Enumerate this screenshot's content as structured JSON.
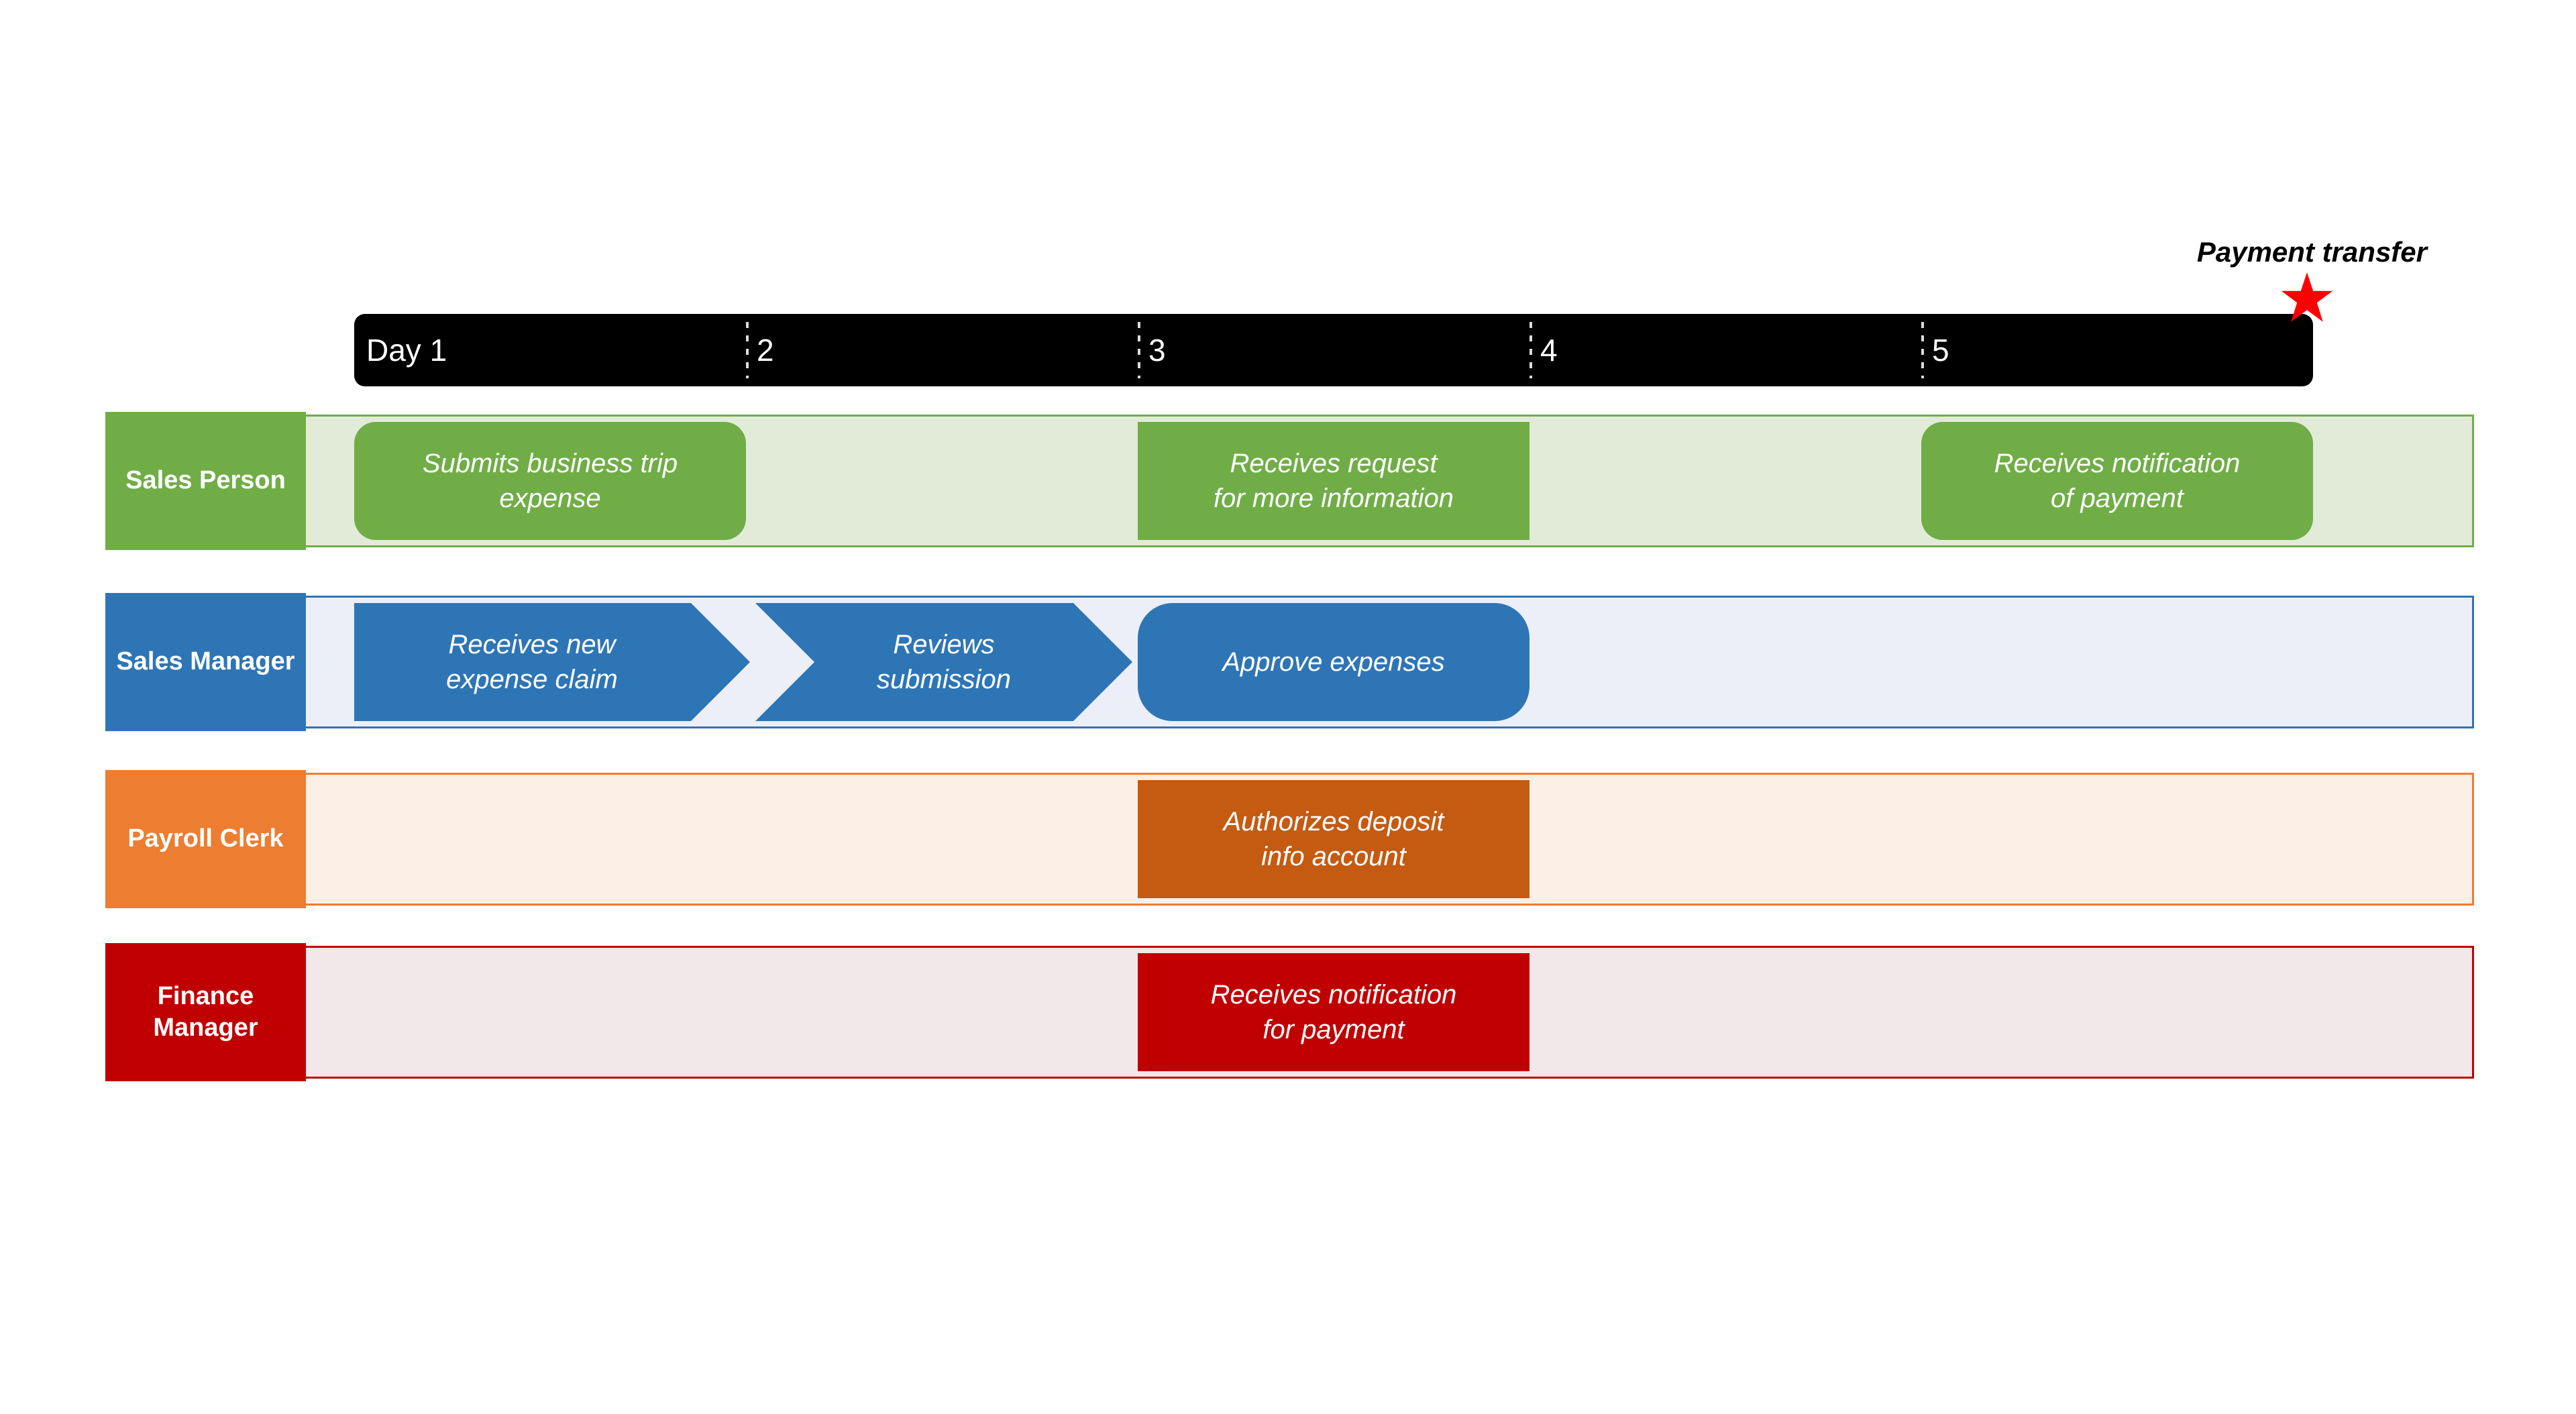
{
  "diagram": {
    "annotation": {
      "payment_transfer_label": "Payment transfer",
      "star_color": "#FF0000"
    },
    "timeline": {
      "bar_color": "#000000",
      "text_color": "#FFFFFF",
      "ticks": [
        "Day 1",
        "2",
        "3",
        "4",
        "5"
      ]
    },
    "lanes": [
      {
        "label": "Sales Person",
        "accent_color": "#70AD47",
        "background_color": "#E2EBD8",
        "tasks": [
          {
            "label": "Submits business trip\nexpense",
            "day": 1,
            "shape": "rounded",
            "color": "#70AD47"
          },
          {
            "label": "Receives request\nfor more information",
            "day": 3,
            "shape": "rectangle",
            "color": "#70AD47"
          },
          {
            "label": "Receives notification\nof payment",
            "day": 5,
            "shape": "rounded",
            "color": "#70AD47"
          }
        ]
      },
      {
        "label": "Sales Manager",
        "accent_color": "#2E75B6",
        "background_color": "#ECEFF8",
        "tasks": [
          {
            "label": "Receives new\nexpense claim",
            "day": 1,
            "shape": "chevron",
            "color": "#2E75B6"
          },
          {
            "label": "Reviews\nsubmission",
            "day": 2,
            "shape": "chevron",
            "color": "#2E75B6"
          },
          {
            "label": "Approve expenses",
            "day": 3,
            "shape": "rounded",
            "color": "#2E75B6"
          }
        ]
      },
      {
        "label": "Payroll Clerk",
        "accent_color": "#ED7D31",
        "background_color": "#FBEFE6",
        "tasks": [
          {
            "label": "Authorizes deposit\ninfo account",
            "day": 3,
            "shape": "rectangle",
            "color": "#C55A11"
          }
        ]
      },
      {
        "label": "Finance\nManager",
        "accent_color": "#C00000",
        "background_color": "#F2E8E9",
        "tasks": [
          {
            "label": "Receives notification\nfor payment",
            "day": 3,
            "shape": "rectangle",
            "color": "#C00000"
          }
        ]
      }
    ]
  }
}
